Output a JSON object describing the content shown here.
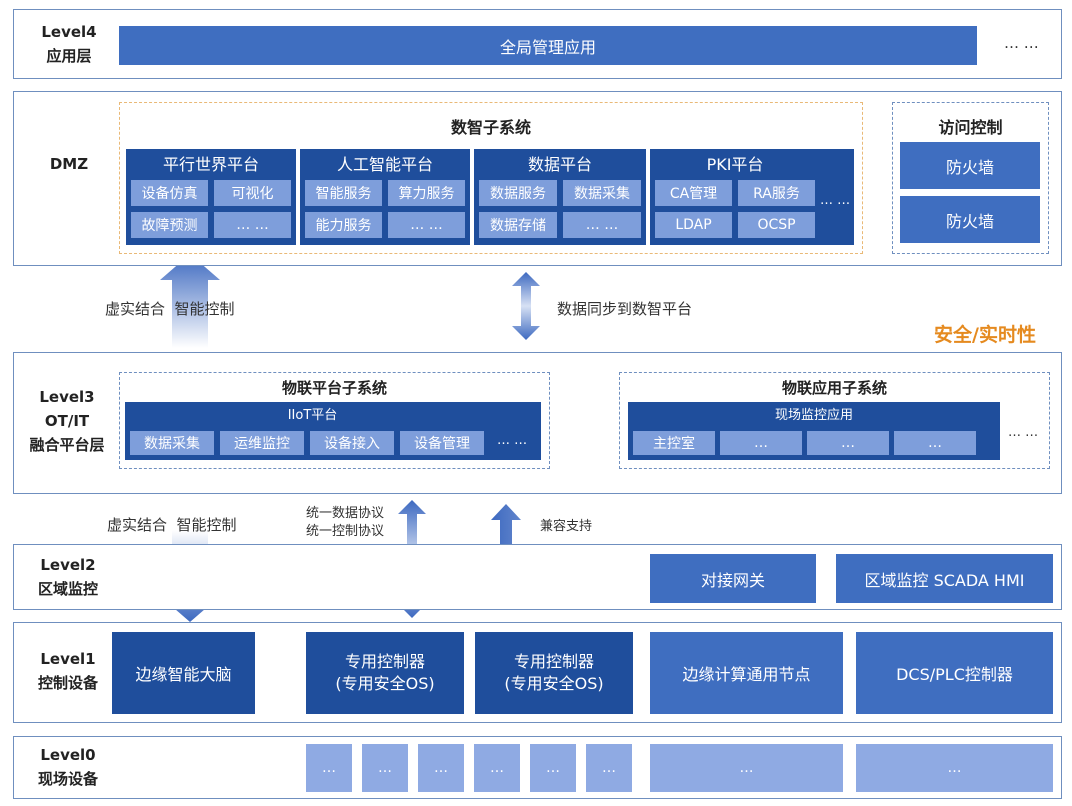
{
  "level4": {
    "label": "Level4\n应用层",
    "global_app": "全局管理应用",
    "more": "… …"
  },
  "dmz": {
    "label": "DMZ",
    "smart_subsystem": "数智子系统",
    "platforms": [
      {
        "title": "平行世界平台",
        "items": [
          "设备仿真",
          "可视化",
          "故障预测",
          "… …"
        ]
      },
      {
        "title": "人工智能平台",
        "items": [
          "智能服务",
          "算力服务",
          "能力服务",
          "… …"
        ]
      },
      {
        "title": "数据平台",
        "items": [
          "数据服务",
          "数据采集",
          "数据存储",
          "… …"
        ]
      },
      {
        "title": "PKI平台",
        "items": [
          "CA管理",
          "RA服务",
          "LDAP",
          "OCSP"
        ]
      }
    ],
    "more": "… …",
    "access_control": {
      "title": "访问控制",
      "items": [
        "防火墙",
        "防火墙"
      ]
    }
  },
  "middle": {
    "left_label": "虚实结合  智能控制",
    "right_label": "数据同步到数智平台",
    "security": "安全/实时性"
  },
  "level3": {
    "label": "Level3\nOT/IT\n融合平台层",
    "iot_subsystem": {
      "title": "物联平台子系统",
      "platform": "IIoT平台",
      "items": [
        "数据采集",
        "运维监控",
        "设备接入",
        "设备管理"
      ],
      "more": "… …"
    },
    "app_subsystem": {
      "title": "物联应用子系统",
      "platform": "现场监控应用",
      "items": [
        "主控室",
        "…",
        "…",
        "…"
      ],
      "more": "… …"
    }
  },
  "lower": {
    "left_label": "虚实结合  智能控制",
    "protocol": "统一数据协议\n统一控制协议",
    "compat": "兼容支持"
  },
  "level2": {
    "label": "Level2\n区域监控",
    "gateway": "对接网关",
    "monitor": "区域监控   SCADA   HMI"
  },
  "level1": {
    "label": "Level1\n控制设备",
    "devices": [
      "边缘智能大脑",
      "专用控制器\n(专用安全OS)",
      "专用控制器\n(专用安全OS)",
      "边缘计算通用节点",
      "DCS/PLC控制器"
    ]
  },
  "level0": {
    "label": "Level0\n现场设备",
    "items": [
      "…",
      "…",
      "…",
      "…",
      "…",
      "…",
      "…",
      "…"
    ]
  },
  "colors": {
    "dark_blue": "#1f4e9c",
    "mid_blue": "#3f6ec0",
    "light_blue": "#8faae3",
    "orange": "#e58a1f"
  }
}
